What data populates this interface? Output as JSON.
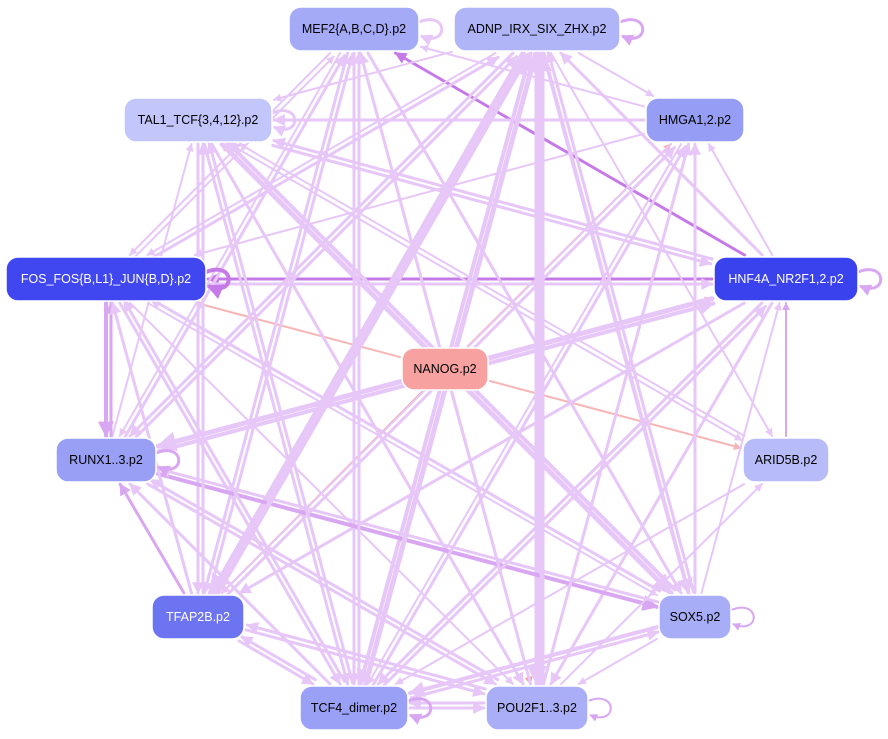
{
  "colors": {
    "edge_light": "#e7c6f8",
    "edge_mid": "#d9a6f2",
    "edge_strong": "#c67ae8",
    "edge_salmon": "#f7b6b6",
    "edge_salmon_strong": "#f29d9d",
    "label_dark": "#000000",
    "label_light": "#ffffff"
  },
  "nodes": [
    {
      "id": "MEF2",
      "label": "MEF2{A,B,C,D}.p2",
      "fill": "#a4aaf6",
      "text_color": "#000000"
    },
    {
      "id": "ADNP",
      "label": "ADNP_IRX_SIX_ZHX.p2",
      "fill": "#b0b5f8",
      "text_color": "#000000"
    },
    {
      "id": "TAL1",
      "label": "TAL1_TCF{3,4,12}.p2",
      "fill": "#c3c6fa",
      "text_color": "#000000"
    },
    {
      "id": "HMGA1",
      "label": "HMGA1,2.p2",
      "fill": "#969df5",
      "text_color": "#000000"
    },
    {
      "id": "FOS",
      "label": "FOS_FOS{B,L1}_JUN{B,D}.p2",
      "fill": "#4047f0",
      "text_color": "#ffffff"
    },
    {
      "id": "HNF4A",
      "label": "HNF4A_NR2F1,2.p2",
      "fill": "#3a42ee",
      "text_color": "#ffffff"
    },
    {
      "id": "NANOG",
      "label": "NANOG.p2",
      "fill": "#f7a1a1",
      "text_color": "#000000"
    },
    {
      "id": "RUNX1",
      "label": "RUNX1..3.p2",
      "fill": "#999ff5",
      "text_color": "#000000"
    },
    {
      "id": "ARID5B",
      "label": "ARID5B.p2",
      "fill": "#b7bcf8",
      "text_color": "#000000"
    },
    {
      "id": "TFAP2B",
      "label": "TFAP2B.p2",
      "fill": "#6d74f2",
      "text_color": "#ffffff"
    },
    {
      "id": "SOX5",
      "label": "SOX5.p2",
      "fill": "#a7adf7",
      "text_color": "#000000"
    },
    {
      "id": "TCF4",
      "label": "TCF4_dimer.p2",
      "fill": "#9aa0f5",
      "text_color": "#000000"
    },
    {
      "id": "POU2F1",
      "label": "POU2F1..3.p2",
      "fill": "#a9aef7",
      "text_color": "#000000"
    }
  ],
  "edges": [
    {
      "from": "NANOG",
      "to": "MEF2",
      "color": "salmon",
      "weight": 2
    },
    {
      "from": "NANOG",
      "to": "ADNP",
      "color": "salmon",
      "weight": 2
    },
    {
      "from": "NANOG",
      "to": "TAL1",
      "color": "salmon",
      "weight": 2
    },
    {
      "from": "NANOG",
      "to": "HMGA1",
      "color": "salmon",
      "weight": 2
    },
    {
      "from": "NANOG",
      "to": "FOS",
      "color": "salmon",
      "weight": 2
    },
    {
      "from": "NANOG",
      "to": "HNF4A",
      "color": "salmon",
      "weight": 2
    },
    {
      "from": "NANOG",
      "to": "RUNX1",
      "color": "salmon",
      "weight": 2
    },
    {
      "from": "NANOG",
      "to": "ARID5B",
      "color": "salmon",
      "weight": 2
    },
    {
      "from": "NANOG",
      "to": "TFAP2B",
      "color": "salmon_strong",
      "weight": 2
    },
    {
      "from": "NANOG",
      "to": "SOX5",
      "color": "salmon_strong",
      "weight": 2
    },
    {
      "from": "NANOG",
      "to": "TCF4",
      "color": "salmon",
      "weight": 2
    },
    {
      "from": "NANOG",
      "to": "POU2F1",
      "color": "salmon_strong",
      "weight": 2
    },
    {
      "from": "HNF4A",
      "to": "FOS",
      "color": "strong",
      "weight": 3
    },
    {
      "from": "HNF4A",
      "to": "MEF2",
      "color": "strong",
      "weight": 3
    },
    {
      "from": "HNF4A",
      "to": "TAL1",
      "color": "light",
      "weight": 3
    },
    {
      "from": "HNF4A",
      "to": "ADNP",
      "color": "light",
      "weight": 3
    },
    {
      "from": "HNF4A",
      "to": "HMGA1",
      "color": "light",
      "weight": 2
    },
    {
      "from": "HNF4A",
      "to": "TCF4",
      "color": "light",
      "weight": 3
    },
    {
      "from": "HNF4A",
      "to": "POU2F1",
      "color": "light",
      "weight": 3
    },
    {
      "from": "HNF4A",
      "to": "TFAP2B",
      "color": "light",
      "weight": 3
    },
    {
      "from": "HNF4A",
      "to": "RUNX1",
      "color": "light",
      "weight": 5
    },
    {
      "from": "ARID5B",
      "to": "HNF4A",
      "color": "mid",
      "weight": 2
    },
    {
      "from": "ARID5B",
      "to": "TCF4",
      "color": "light",
      "weight": 2
    },
    {
      "from": "ARID5B",
      "to": "TAL1",
      "color": "light",
      "weight": 2
    },
    {
      "from": "HMGA1",
      "to": "TAL1",
      "color": "light",
      "weight": 3
    },
    {
      "from": "HMGA1",
      "to": "FOS",
      "color": "light",
      "weight": 2
    },
    {
      "from": "HMGA1",
      "to": "TCF4",
      "color": "light",
      "weight": 2
    },
    {
      "from": "HMGA1",
      "to": "MEF2",
      "color": "light",
      "weight": 2
    },
    {
      "from": "HMGA1",
      "to": "TFAP2B",
      "color": "light",
      "weight": 2
    },
    {
      "from": "ADNP",
      "to": "HMGA1",
      "color": "light",
      "weight": 2
    },
    {
      "from": "ADNP",
      "to": "TAL1",
      "color": "light",
      "weight": 2
    },
    {
      "from": "ADNP",
      "to": "FOS",
      "color": "light",
      "weight": 2
    },
    {
      "from": "ADNP",
      "to": "TFAP2B",
      "color": "light",
      "weight": 5
    },
    {
      "from": "ADNP",
      "to": "TCF4",
      "color": "light",
      "weight": 4
    },
    {
      "from": "ADNP",
      "to": "POU2F1",
      "color": "light",
      "weight": 5
    },
    {
      "from": "ADNP",
      "to": "SOX5",
      "color": "light",
      "weight": 4
    },
    {
      "from": "ADNP",
      "to": "RUNX1",
      "color": "light",
      "weight": 3
    },
    {
      "from": "ADNP",
      "to": "ARID5B",
      "color": "light",
      "weight": 2
    },
    {
      "from": "TAL1",
      "to": "SOX5",
      "color": "light",
      "weight": 5
    },
    {
      "from": "TAL1",
      "to": "POU2F1",
      "color": "light",
      "weight": 3
    },
    {
      "from": "TAL1",
      "to": "TCF4",
      "color": "light",
      "weight": 3
    },
    {
      "from": "TAL1",
      "to": "TFAP2B",
      "color": "light",
      "weight": 3
    },
    {
      "from": "TAL1",
      "to": "ARID5B",
      "color": "light",
      "weight": 2
    },
    {
      "from": "TAL1",
      "to": "HNF4A",
      "color": "light",
      "weight": 3
    },
    {
      "from": "MEF2",
      "to": "TFAP2B",
      "color": "light",
      "weight": 3
    },
    {
      "from": "MEF2",
      "to": "TCF4",
      "color": "light",
      "weight": 3
    },
    {
      "from": "MEF2",
      "to": "SOX5",
      "color": "light",
      "weight": 3
    },
    {
      "from": "MEF2",
      "to": "RUNX1",
      "color": "light",
      "weight": 2
    },
    {
      "from": "MEF2",
      "to": "FOS",
      "color": "light",
      "weight": 2
    },
    {
      "from": "FOS",
      "to": "RUNX1",
      "color": "mid",
      "weight": 4
    },
    {
      "from": "FOS",
      "to": "HNF4A",
      "color": "light",
      "weight": 3
    },
    {
      "from": "FOS",
      "to": "SOX5",
      "color": "light",
      "weight": 2
    },
    {
      "from": "FOS",
      "to": "TCF4",
      "color": "light",
      "weight": 3
    },
    {
      "from": "FOS",
      "to": "POU2F1",
      "color": "light",
      "weight": 2
    },
    {
      "from": "FOS",
      "to": "ADNP",
      "color": "light",
      "weight": 3
    },
    {
      "from": "FOS",
      "to": "MEF2",
      "color": "light",
      "weight": 2
    },
    {
      "from": "RUNX1",
      "to": "SOX5",
      "color": "mid",
      "weight": 4
    },
    {
      "from": "RUNX1",
      "to": "POU2F1",
      "color": "light",
      "weight": 3
    },
    {
      "from": "RUNX1",
      "to": "HNF4A",
      "color": "light",
      "weight": 4
    },
    {
      "from": "RUNX1",
      "to": "TAL1",
      "color": "light",
      "weight": 2
    },
    {
      "from": "RUNX1",
      "to": "MEF2",
      "color": "light",
      "weight": 3
    },
    {
      "from": "RUNX1",
      "to": "ADNP",
      "color": "light",
      "weight": 3
    },
    {
      "from": "RUNX1",
      "to": "FOS",
      "color": "mid",
      "weight": 3
    },
    {
      "from": "TFAP2B",
      "to": "RUNX1",
      "color": "mid",
      "weight": 3
    },
    {
      "from": "TFAP2B",
      "to": "TAL1",
      "color": "light",
      "weight": 3
    },
    {
      "from": "TFAP2B",
      "to": "FOS",
      "color": "light",
      "weight": 3
    },
    {
      "from": "TFAP2B",
      "to": "MEF2",
      "color": "light",
      "weight": 3
    },
    {
      "from": "TFAP2B",
      "to": "ADNP",
      "color": "light",
      "weight": 5
    },
    {
      "from": "TFAP2B",
      "to": "HMGA1",
      "color": "light",
      "weight": 3
    },
    {
      "from": "TFAP2B",
      "to": "POU2F1",
      "color": "light",
      "weight": 3
    },
    {
      "from": "TFAP2B",
      "to": "TCF4",
      "color": "light",
      "weight": 3
    },
    {
      "from": "SOX5",
      "to": "TCF4",
      "color": "light",
      "weight": 4
    },
    {
      "from": "SOX5",
      "to": "POU2F1",
      "color": "light",
      "weight": 2
    },
    {
      "from": "SOX5",
      "to": "HMGA1",
      "color": "light",
      "weight": 3
    },
    {
      "from": "SOX5",
      "to": "RUNX1",
      "color": "light",
      "weight": 3
    },
    {
      "from": "SOX5",
      "to": "ADNP",
      "color": "light",
      "weight": 3
    },
    {
      "from": "SOX5",
      "to": "FOS",
      "color": "light",
      "weight": 3
    },
    {
      "from": "SOX5",
      "to": "TAL1",
      "color": "light",
      "weight": 4
    },
    {
      "from": "SOX5",
      "to": "HNF4A",
      "color": "light",
      "weight": 2
    },
    {
      "from": "TCF4",
      "to": "POU2F1",
      "color": "light",
      "weight": 3
    },
    {
      "from": "TCF4",
      "to": "SOX5",
      "color": "light",
      "weight": 3
    },
    {
      "from": "TCF4",
      "to": "ADNP",
      "color": "light",
      "weight": 5
    },
    {
      "from": "TCF4",
      "to": "MEF2",
      "color": "light",
      "weight": 3
    },
    {
      "from": "TCF4",
      "to": "TAL1",
      "color": "light",
      "weight": 3
    },
    {
      "from": "TCF4",
      "to": "HNF4A",
      "color": "light",
      "weight": 3
    },
    {
      "from": "TCF4",
      "to": "HMGA1",
      "color": "light",
      "weight": 3
    },
    {
      "from": "TCF4",
      "to": "RUNX1",
      "color": "light",
      "weight": 3
    },
    {
      "from": "TCF4",
      "to": "FOS",
      "color": "light",
      "weight": 3
    },
    {
      "from": "TCF4",
      "to": "TFAP2B",
      "color": "light",
      "weight": 3
    },
    {
      "from": "POU2F1",
      "to": "TCF4",
      "color": "light",
      "weight": 3
    },
    {
      "from": "POU2F1",
      "to": "ADNP",
      "color": "light",
      "weight": 5
    },
    {
      "from": "POU2F1",
      "to": "MEF2",
      "color": "light",
      "weight": 3
    },
    {
      "from": "POU2F1",
      "to": "HMGA1",
      "color": "light",
      "weight": 3
    },
    {
      "from": "POU2F1",
      "to": "TFAP2B",
      "color": "light",
      "weight": 3
    },
    {
      "from": "POU2F1",
      "to": "RUNX1",
      "color": "light",
      "weight": 3
    },
    {
      "from": "POU2F1",
      "to": "ARID5B",
      "color": "light",
      "weight": 2
    }
  ],
  "self_loops": [
    {
      "node": "MEF2",
      "color": "light",
      "weight": 3
    },
    {
      "node": "ADNP",
      "color": "mid",
      "weight": 3
    },
    {
      "node": "TAL1",
      "color": "light",
      "weight": 3
    },
    {
      "node": "FOS",
      "color": "strong",
      "weight": 4
    },
    {
      "node": "HNF4A",
      "color": "mid",
      "weight": 3
    },
    {
      "node": "RUNX1",
      "color": "mid",
      "weight": 3
    },
    {
      "node": "SOX5",
      "color": "mid",
      "weight": 2
    },
    {
      "node": "TCF4",
      "color": "mid",
      "weight": 3
    },
    {
      "node": "POU2F1",
      "color": "mid",
      "weight": 2
    }
  ]
}
